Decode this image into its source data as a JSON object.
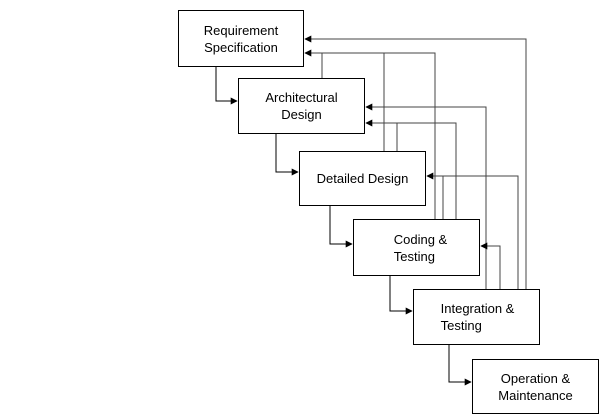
{
  "diagram": {
    "stages": [
      {
        "id": "requirement",
        "lines": [
          "Requirement",
          "Specification"
        ]
      },
      {
        "id": "architectural",
        "lines": [
          "Architectural",
          "Design"
        ]
      },
      {
        "id": "detailed",
        "lines": [
          "Detailed Design"
        ]
      },
      {
        "id": "coding",
        "lines": [
          "Coding &",
          "Testing"
        ]
      },
      {
        "id": "integration",
        "lines": [
          "Integration &",
          "Testing"
        ]
      },
      {
        "id": "operation",
        "lines": [
          "Operation &",
          "Maintenance"
        ]
      }
    ],
    "forward_edges": [
      {
        "from": "requirement",
        "to": "architectural"
      },
      {
        "from": "architectural",
        "to": "detailed"
      },
      {
        "from": "detailed",
        "to": "coding"
      },
      {
        "from": "coding",
        "to": "integration"
      },
      {
        "from": "integration",
        "to": "operation"
      }
    ],
    "feedback_edges": [
      {
        "from": "architectural",
        "to": "requirement"
      },
      {
        "from": "detailed",
        "to": "requirement"
      },
      {
        "from": "coding",
        "to": "requirement"
      },
      {
        "from": "integration",
        "to": "requirement"
      },
      {
        "from": "detailed",
        "to": "architectural"
      },
      {
        "from": "coding",
        "to": "architectural"
      },
      {
        "from": "integration",
        "to": "architectural"
      },
      {
        "from": "coding",
        "to": "detailed"
      },
      {
        "from": "integration",
        "to": "detailed"
      },
      {
        "from": "integration",
        "to": "coding"
      }
    ],
    "line_color": "#000000",
    "feedback_line_color": "#444444"
  }
}
